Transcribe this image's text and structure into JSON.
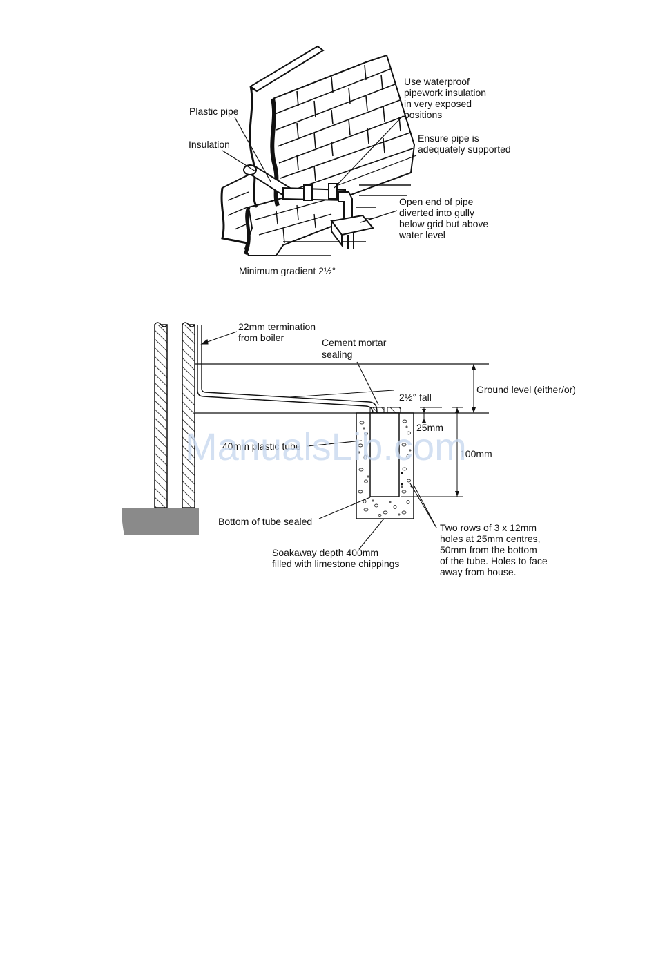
{
  "figure1": {
    "labels": {
      "plastic_pipe": "Plastic pipe",
      "insulation": "Insulation",
      "waterproof": [
        "Use waterproof",
        "pipework insulation",
        "in very exposed",
        "positions"
      ],
      "supported": [
        "Ensure pipe is",
        "adequately supported"
      ],
      "open_end": [
        "Open end of pipe",
        "diverted into gully",
        "below grid but above",
        "water level"
      ],
      "gradient": "Minimum gradient 2½°"
    }
  },
  "figure2": {
    "labels": {
      "termination": [
        "22mm termination",
        "from boiler"
      ],
      "cement": [
        "Cement mortar",
        "sealing"
      ],
      "fall": "2½° fall",
      "ground_level": "Ground level (either/or)",
      "dim_25": "25mm",
      "dim_100": "100mm",
      "plastic_tube": "40mm plastic tube",
      "bottom_sealed": "Bottom of tube sealed",
      "soakaway": [
        "Soakaway depth 400mm",
        "filled with limestone chippings"
      ],
      "holes": [
        "Two rows of 3 x 12mm",
        "holes at 25mm centres,",
        "50mm from the bottom",
        "of the tube. Holes to face",
        "away from house."
      ]
    }
  },
  "watermark": "ManualsLib.com"
}
